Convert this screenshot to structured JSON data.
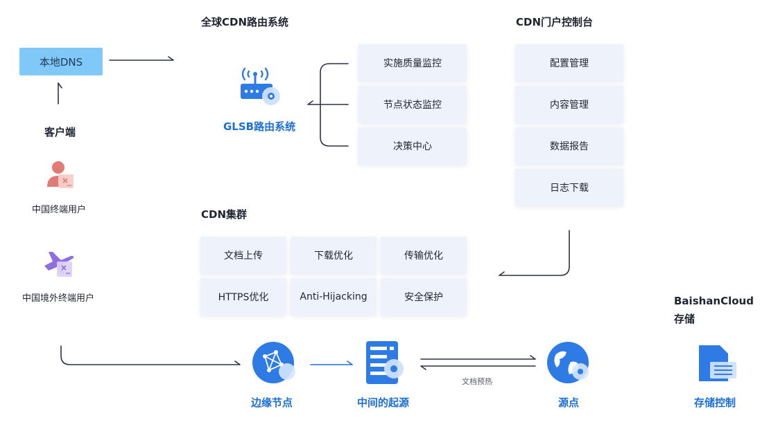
{
  "titles": {
    "global_routing": "全球CDN路由系统",
    "portal": "CDN门户控制台",
    "cluster": "CDN集群",
    "storage_line1": "BaishanCloud",
    "storage_line2": "存储"
  },
  "dns": {
    "label": "本地DNS"
  },
  "client": {
    "title": "客户端",
    "user_cn": "中国终端用户",
    "user_overseas": "中国境外终端用户"
  },
  "glsb": {
    "label": "GLSB路由系统"
  },
  "monitor_items": [
    "实施质量监控",
    "节点状态监控",
    "决策中心"
  ],
  "portal_items": [
    "配置管理",
    "内容管理",
    "数据报告",
    "日志下载"
  ],
  "cluster_items": [
    "文档上传",
    "下载优化",
    "传输优化",
    "HTTPS优化",
    "Anti-Hijacking",
    "安全保护"
  ],
  "bottom": {
    "edge": "边缘节点",
    "mid": "中间的起源",
    "origin": "源点",
    "storage": "存储控制",
    "prefetch": "文档预热"
  },
  "colors": {
    "accent": "#1b6fd6",
    "dns_bg": "#7fc8f8",
    "card_bg": "#eef2fb",
    "line": "#2b3142"
  },
  "icons": {
    "glsb": "router-gear-icon",
    "user_cn": "person-icon",
    "user_overseas": "airplane-icon",
    "edge": "network-node-icon",
    "mid": "server-disk-icon",
    "origin": "globe-icon",
    "storage": "storage-file-icon"
  }
}
